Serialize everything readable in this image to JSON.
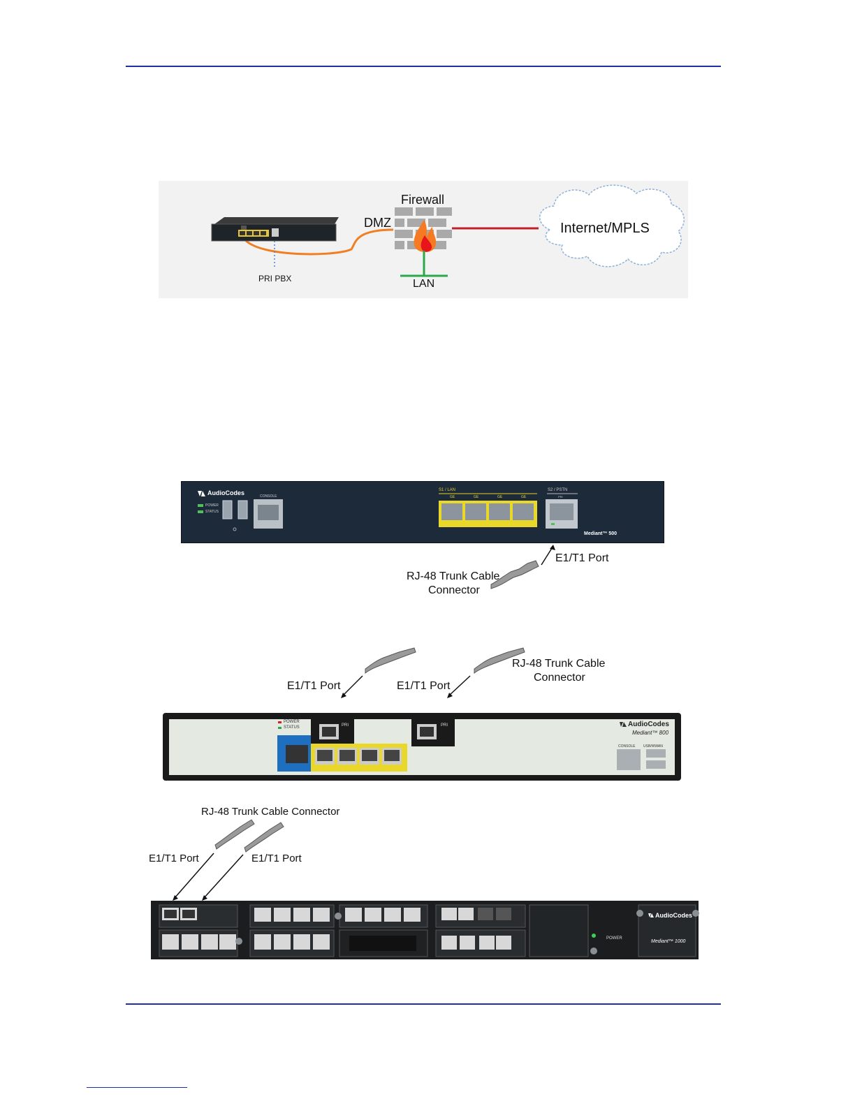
{
  "diagram1": {
    "firewall_label": "Firewall",
    "dmz_label": "DMZ",
    "cloud_label": "Internet/MPLS",
    "lan_label": "LAN",
    "pbx_label": "PRI PBX"
  },
  "mediant500": {
    "brand": "AudioCodes",
    "power": "POWER",
    "status": "STATUS",
    "console": "CONSOLE",
    "lan_group": "S1 / LAN",
    "ge": "GE",
    "pstn_group": "S2 / PSTN",
    "pri": "PRI",
    "model": "Mediant™ 500",
    "port_label": "E1/T1 Port",
    "connector_label_line1": "RJ-48 Trunk Cable",
    "connector_label_line2": "Connector"
  },
  "mediant800": {
    "port_label_left": "E1/T1 Port",
    "port_label_right": "E1/T1 Port",
    "connector_label_line1": "RJ-48 Trunk Cable",
    "connector_label_line2": "Connector",
    "brand": "AudioCodes",
    "model": "Mediant™ 800",
    "power": "POWER",
    "status": "STATUS",
    "console": "CONSOLE",
    "usb": "USB/WWAN",
    "pri": "PRI"
  },
  "mediant1000": {
    "connector_label": "RJ-48 Trunk Cable Connector",
    "port_label_left": "E1/T1 Port",
    "port_label_right": "E1/T1 Port",
    "brand": "AudioCodes",
    "model": "Mediant™ 1000",
    "power": "POWER"
  }
}
